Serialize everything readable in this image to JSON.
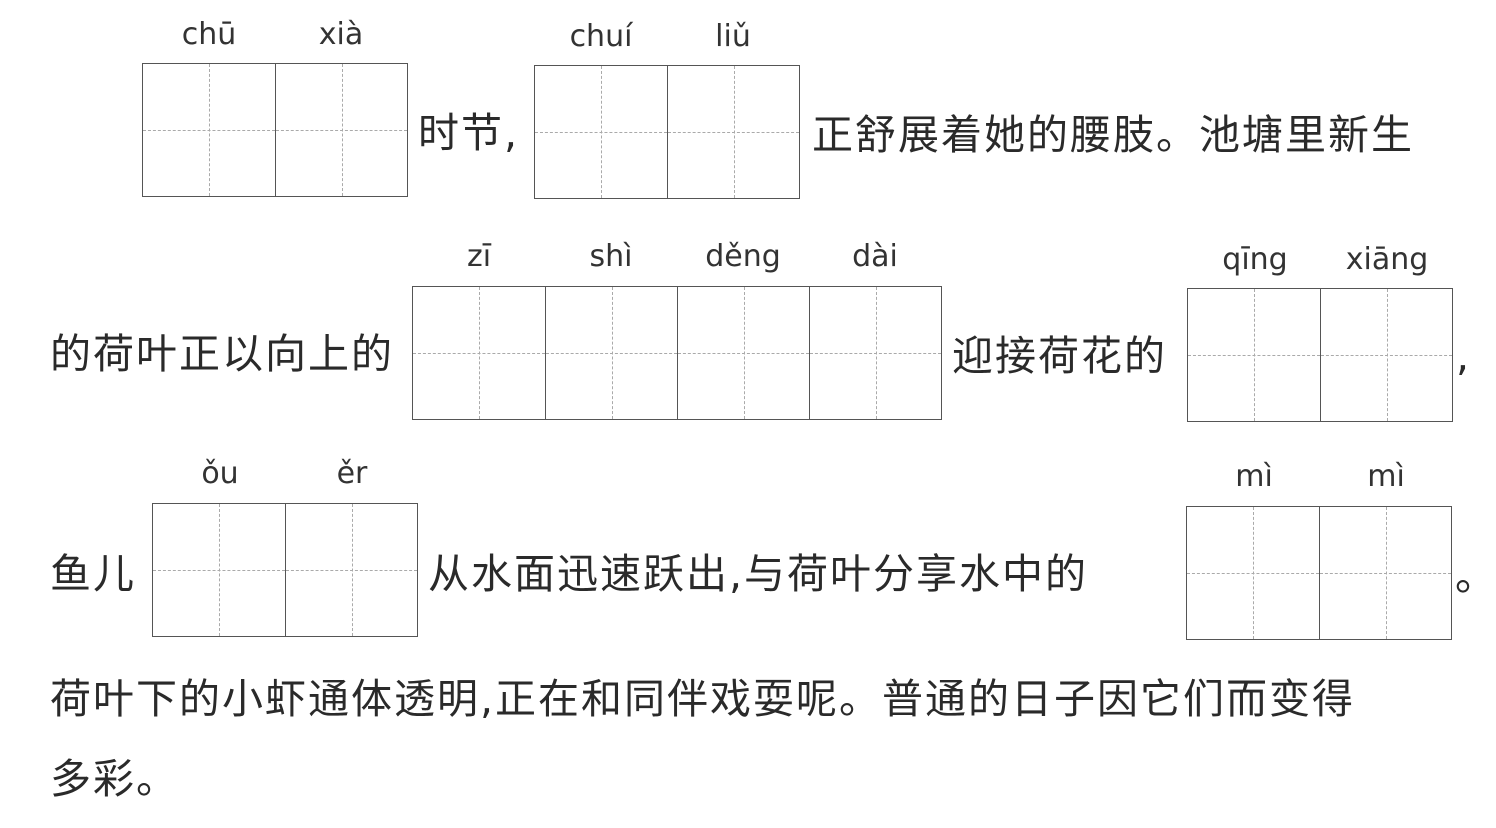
{
  "blanks": {
    "b1": [
      "chū",
      "xià"
    ],
    "b2": [
      "chuí",
      "liǔ"
    ],
    "b3": [
      "zī",
      "shì",
      "děng",
      "dài"
    ],
    "b4": [
      "qīng",
      "xiāng"
    ],
    "b5": [
      "ǒu",
      "ěr"
    ],
    "b6": [
      "mì",
      "mì"
    ]
  },
  "text": {
    "t1": "时节,",
    "t2": "正舒展着她的腰肢。池塘里新生",
    "t3": "的荷叶正以向上的",
    "t4": "迎接荷花的",
    "t5": ",",
    "t6": "鱼儿",
    "t7": "从水面迅速跃出,与荷叶分享水中的",
    "t8": "。",
    "t9": "荷叶下的小虾通体透明,正在和同伴戏耍呢。普通的日子因它们而变得",
    "t10": "多彩。"
  }
}
